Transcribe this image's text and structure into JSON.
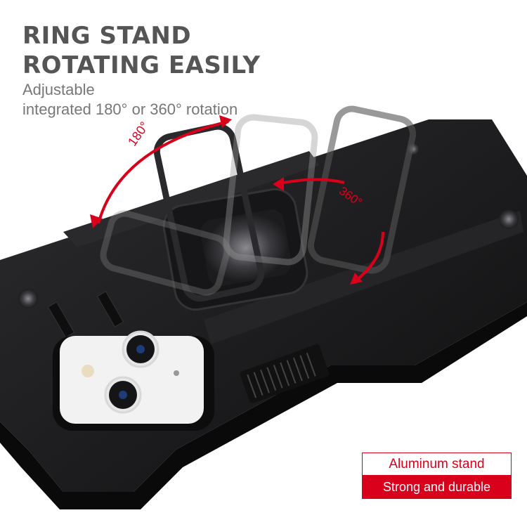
{
  "headline": {
    "line1": "RING STAND",
    "line2": "ROTATING EASILY"
  },
  "subheading": {
    "line1": "Adjustable",
    "line2": "integrated 180° or 360° rotation"
  },
  "annotations": {
    "rotation_180": "180°",
    "rotation_360": "360°"
  },
  "badge": {
    "top_label": "Aluminum stand",
    "bottom_label": "Strong and durable"
  },
  "colors": {
    "accent": "#d9001b",
    "headline": "#555555",
    "subheading": "#777777",
    "case": "#1a1a1c"
  }
}
